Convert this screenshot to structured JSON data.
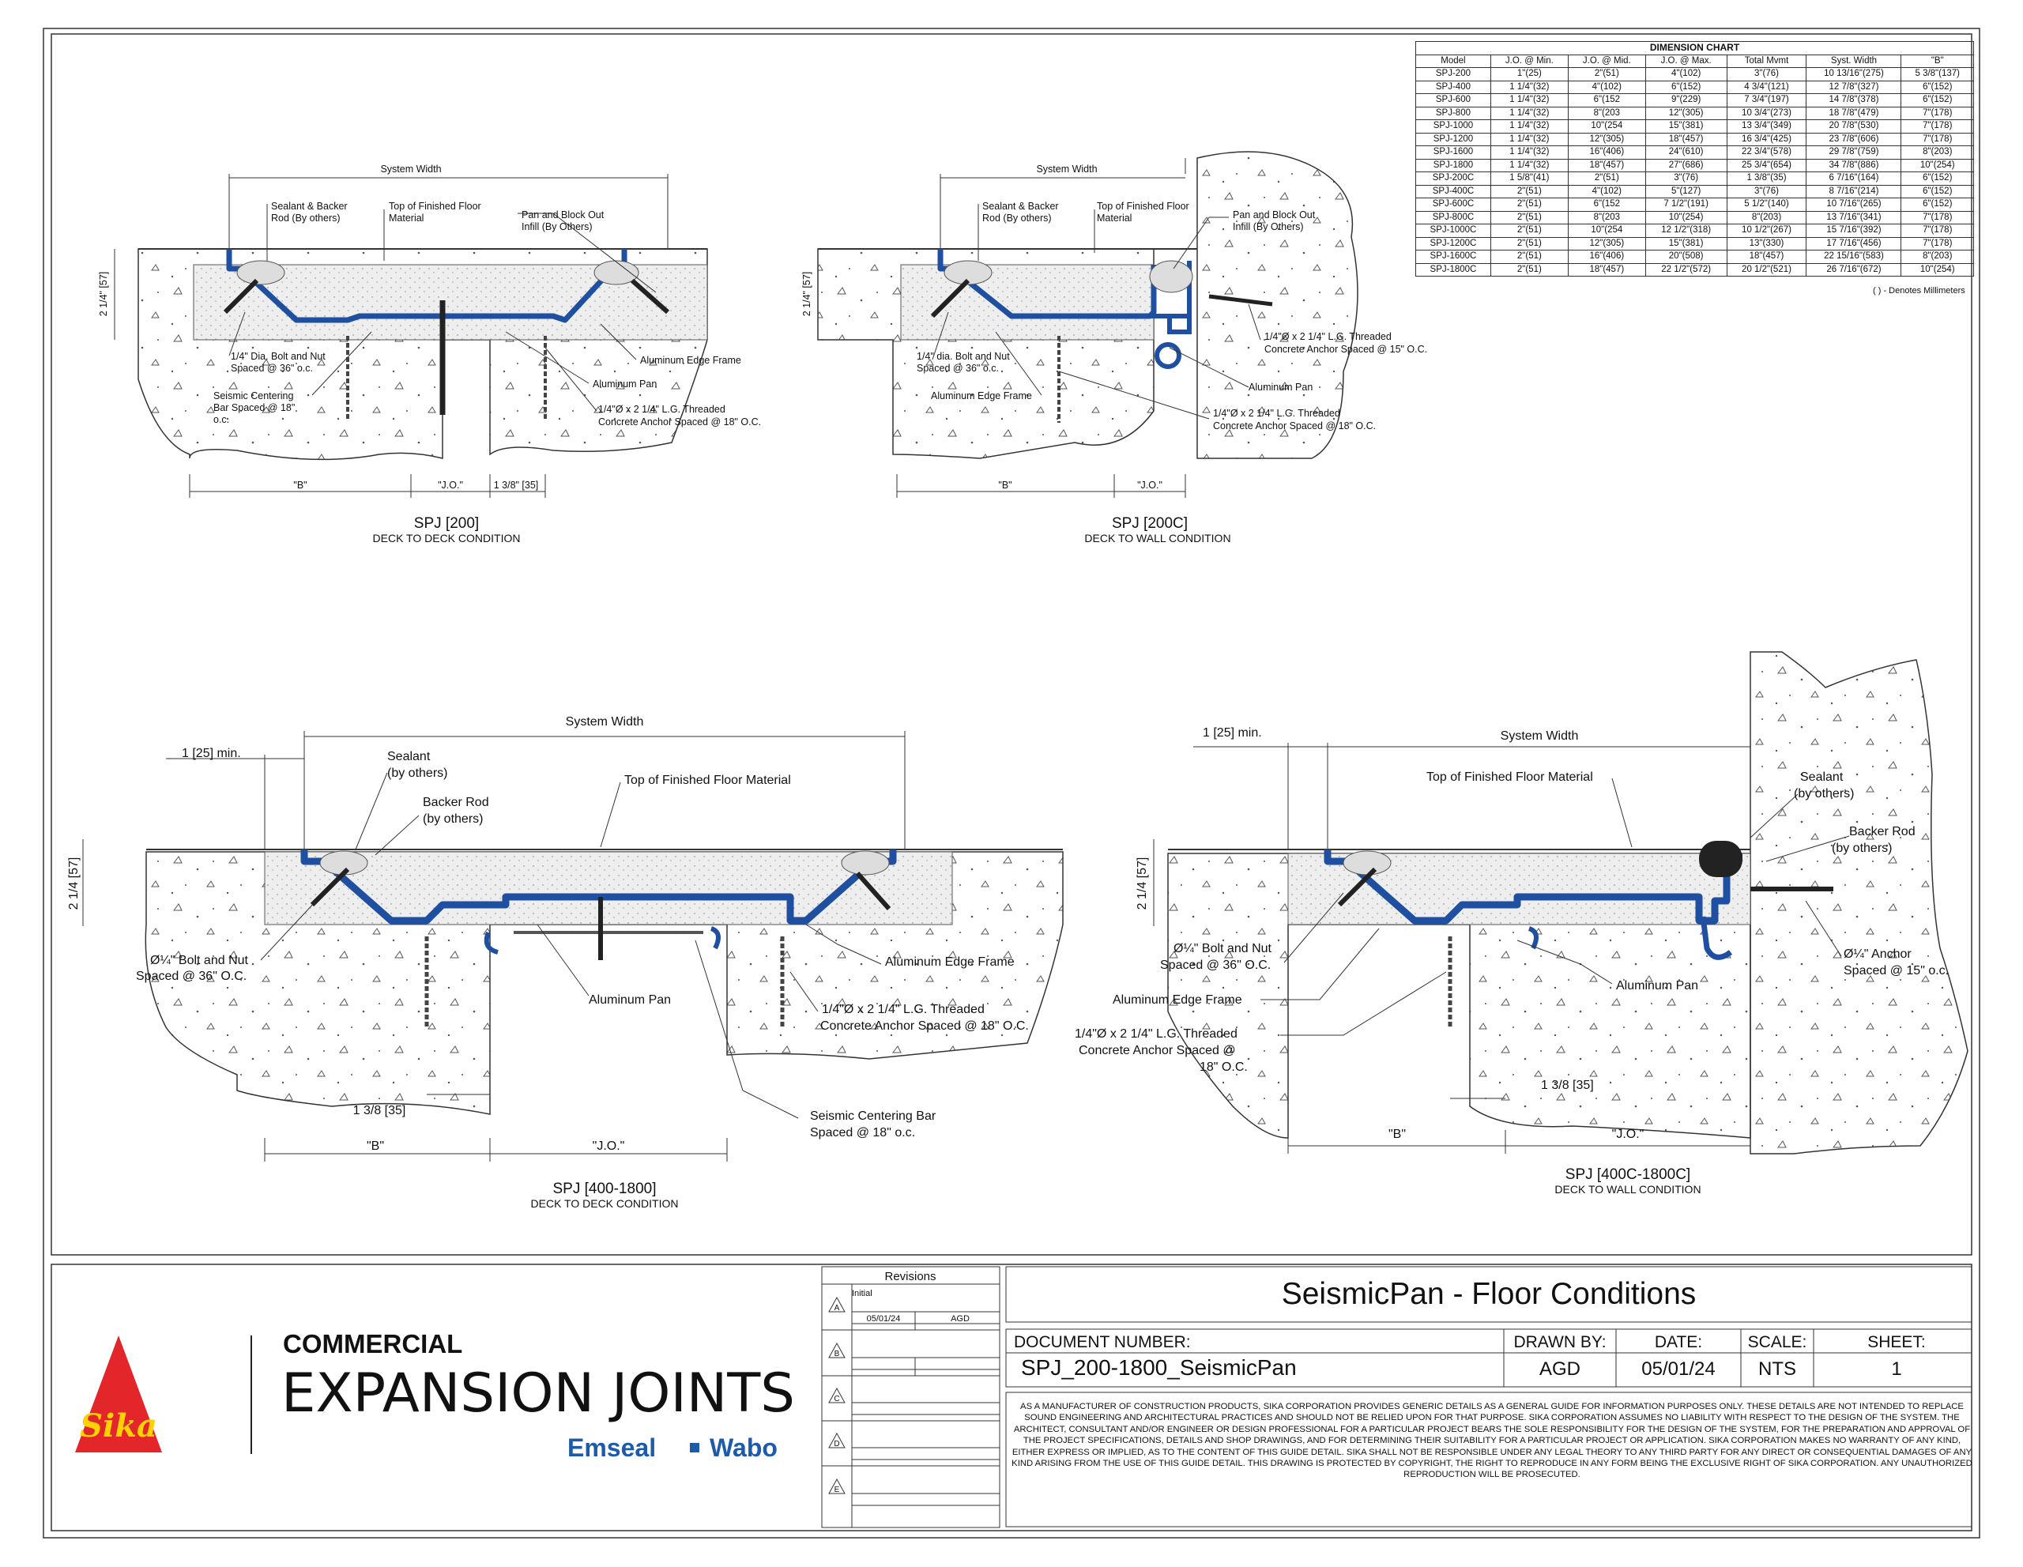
{
  "dimension_chart": {
    "title": "DIMENSION CHART",
    "headers": [
      "Model",
      "J.O. @ Min.",
      "J.O. @ Mid.",
      "J.O. @ Max.",
      "Total Mvmt",
      "Syst. Width",
      "\"B\""
    ],
    "rows": [
      [
        "SPJ-200",
        "1\"(25)",
        "2\"(51)",
        "4\"(102)",
        "3\"(76)",
        "10 13/16\"(275)",
        "5 3/8\"(137)"
      ],
      [
        "SPJ-400",
        "1 1/4\"(32)",
        "4\"(102)",
        "6\"(152)",
        "4 3/4\"(121)",
        "12 7/8\"(327)",
        "6\"(152)"
      ],
      [
        "SPJ-600",
        "1 1/4\"(32)",
        "6\"(152",
        "9\"(229)",
        "7 3/4\"(197)",
        "14 7/8\"(378)",
        "6\"(152)"
      ],
      [
        "SPJ-800",
        "1 1/4\"(32)",
        "8\"(203",
        "12\"(305)",
        "10 3/4\"(273)",
        "18 7/8\"(479)",
        "7\"(178)"
      ],
      [
        "SPJ-1000",
        "1 1/4\"(32)",
        "10\"(254",
        "15\"(381)",
        "13 3/4\"(349)",
        "20 7/8\"(530)",
        "7\"(178)"
      ],
      [
        "SPJ-1200",
        "1 1/4\"(32)",
        "12\"(305)",
        "18\"(457)",
        "16 3/4\"(425)",
        "23 7/8\"(606)",
        "7\"(178)"
      ],
      [
        "SPJ-1600",
        "1 1/4\"(32)",
        "16\"(406)",
        "24\"(610)",
        "22 3/4\"(578)",
        "29 7/8\"(759)",
        "8\"(203)"
      ],
      [
        "SPJ-1800",
        "1 1/4\"(32)",
        "18\"(457)",
        "27\"(686)",
        "25 3/4\"(654)",
        "34 7/8\"(886)",
        "10\"(254)"
      ],
      [
        "SPJ-200C",
        "1 5/8\"(41)",
        "2\"(51)",
        "3\"(76)",
        "1 3/8\"(35)",
        "6 7/16\"(164)",
        "6\"(152)"
      ],
      [
        "SPJ-400C",
        "2\"(51)",
        "4\"(102)",
        "5\"(127)",
        "3\"(76)",
        "8 7/16\"(214)",
        "6\"(152)"
      ],
      [
        "SPJ-600C",
        "2\"(51)",
        "6\"(152",
        "7 1/2\"(191)",
        "5 1/2\"(140)",
        "10 7/16\"(265)",
        "6\"(152)"
      ],
      [
        "SPJ-800C",
        "2\"(51)",
        "8\"(203",
        "10\"(254)",
        "8\"(203)",
        "13 7/16\"(341)",
        "7\"(178)"
      ],
      [
        "SPJ-1000C",
        "2\"(51)",
        "10\"(254",
        "12 1/2\"(318)",
        "10 1/2\"(267)",
        "15 7/16\"(392)",
        "7\"(178)"
      ],
      [
        "SPJ-1200C",
        "2\"(51)",
        "12\"(305)",
        "15\"(381)",
        "13\"(330)",
        "17 7/16\"(456)",
        "7\"(178)"
      ],
      [
        "SPJ-1600C",
        "2\"(51)",
        "16\"(406)",
        "20\"(508)",
        "18\"(457)",
        "22 15/16\"(583)",
        "8\"(203)"
      ],
      [
        "SPJ-1800C",
        "2\"(51)",
        "18\"(457)",
        "22 1/2\"(572)",
        "20 1/2\"(521)",
        "26 7/16\"(672)",
        "10\"(254)"
      ]
    ],
    "note": "( ) - Denotes Millimeters"
  },
  "details": {
    "d1": {
      "title": "SPJ [200]",
      "subtitle": "DECK TO DECK CONDITION",
      "system_width": "System Width",
      "height_dim": "2 1/4\" [57]",
      "b_dim": "\"B\"",
      "jo_dim": "\"J.O.\"",
      "offset_dim": "1 3/8\" [35]",
      "sealant_1": "Sealant & Backer",
      "sealant_2": "Rod (By others)",
      "floor_1": "Top of Finished Floor",
      "floor_2": "Material",
      "pan_1": "Pan and Block Out",
      "pan_2": "Infill (By Others)",
      "bolt_1": "1/4\" Dia. Bolt and Nut",
      "bolt_2": "Spaced @ 36\" o.c.",
      "seismic_1": "Seismic Centering",
      "seismic_2": "Bar Spaced @ 18\"",
      "seismic_3": "o.c.",
      "edge_frame": "Aluminum Edge Frame",
      "alum_pan": "Aluminum Pan",
      "anchor_1": "1/4\"Ø x 2 1/4\" L.G. Threaded",
      "anchor_2": "Concrete Anchor Spaced @ 18\" O.C."
    },
    "d2": {
      "title": "SPJ [200C]",
      "subtitle": "DECK TO WALL CONDITION",
      "system_width": "System Width",
      "height_dim": "2 1/4\" [57]",
      "b_dim": "\"B\"",
      "jo_dim": "\"J.O.\"",
      "sealant_1": "Sealant & Backer",
      "sealant_2": "Rod (By others)",
      "floor_1": "Top of Finished Floor",
      "floor_2": "Material",
      "pan_1": "Pan and Block Out",
      "pan_2": "Infill (By Others)",
      "bolt_1": "1/4\" dia. Bolt and Nut",
      "bolt_2": "Spaced @ 36\" o.c.",
      "edge_frame": "Aluminum Edge Frame",
      "alum_pan": "Aluminum Pan",
      "wall_anchor_1": "1/4\"Ø x 2 1/4\" L.G. Threaded",
      "wall_anchor_2": "Concrete Anchor Spaced @ 15\" O.C.",
      "anchor_1": "1/4\"Ø x 2 1/4\" L.G. Threaded",
      "anchor_2": "Concrete Anchor Spaced @ 18\" O.C."
    },
    "d3": {
      "title": "SPJ [400-1800]",
      "subtitle": "DECK TO DECK CONDITION",
      "system_width": "System Width",
      "min_dim": "1 [25] min.",
      "height_dim": "2 1/4 [57]",
      "b_dim": "\"B\"",
      "jo_dim": "\"J.O.\"",
      "offset_dim": "1 3/8 [35]",
      "sealant_1": "Sealant",
      "sealant_2": "(by others)",
      "backer_1": "Backer Rod",
      "backer_2": "(by others)",
      "floor": "Top of Finished Floor Material",
      "bolt_1": "Ø¼\" Bolt and Nut",
      "bolt_2": "Spaced @ 36\" O.C.",
      "alum_pan": "Aluminum Pan",
      "edge_frame": "Aluminum Edge Frame",
      "anchor_1": "1/4\"Ø x 2 1/4\" L.G. Threaded",
      "anchor_2": "Concrete Anchor Spaced @ 18\" O.C.",
      "seismic_1": "Seismic Centering Bar",
      "seismic_2": "Spaced @ 18\" o.c."
    },
    "d4": {
      "title": "SPJ [400C-1800C]",
      "subtitle": "DECK TO WALL CONDITION",
      "system_width": "System Width",
      "min_dim": "1 [25] min.",
      "height_dim": "2 1/4 [57]",
      "b_dim": "\"B\"",
      "jo_dim": "\"J.O.\"",
      "offset_dim": "1 3/8 [35]",
      "floor": "Top of Finished Floor Material",
      "sealant_1": "Sealant",
      "sealant_2": "(by others)",
      "backer_1": "Backer Rod",
      "backer_2": "(by others)",
      "bolt_1": "Ø¼\" Bolt and Nut",
      "bolt_2": "Spaced @ 36\" O.C.",
      "edge_frame": "Aluminum Edge Frame",
      "anchor_1": "1/4\"Ø x 2 1/4\" L.G. Threaded",
      "anchor_2": "Concrete Anchor Spaced @",
      "anchor_3": "18\" O.C.",
      "alum_pan": "Aluminum Pan",
      "wall_anchor_1": "Ø¼\" Anchor",
      "wall_anchor_2": "Spaced @ 15\" o.c."
    }
  },
  "title_block": {
    "brand_line1": "COMMERCIAL",
    "brand_line2": "EXPANSION JOINTS",
    "brand_emseal": "Emseal",
    "brand_wabo": "Wabo",
    "logo_text": "Sika",
    "revisions_label": "Revisions",
    "rev_initial": "Initial",
    "rev_date": "05/01/24",
    "rev_by": "AGD",
    "rev_letters": [
      "A",
      "B",
      "C",
      "D",
      "E"
    ],
    "sheet_title": "SeismicPan - Floor Conditions",
    "doc_number_label": "DOCUMENT NUMBER:",
    "doc_number": "SPJ_200-1800_SeismicPan",
    "drawn_by_label": "DRAWN BY:",
    "drawn_by": "AGD",
    "date_label": "DATE:",
    "date": "05/01/24",
    "scale_label": "SCALE:",
    "scale": "NTS",
    "sheet_label": "SHEET:",
    "sheet": "1",
    "disclaimer": "AS A MANUFACTURER OF CONSTRUCTION PRODUCTS, SIKA CORPORATION PROVIDES GENERIC DETAILS AS A GENERAL GUIDE FOR INFORMATION PURPOSES ONLY. THESE DETAILS ARE NOT INTENDED TO REPLACE SOUND ENGINEERING AND ARCHITECTURAL PRACTICES AND SHOULD NOT BE RELIED UPON FOR THAT PURPOSE. SIKA CORPORATION ASSUMES NO LIABILITY WITH RESPECT TO THE DESIGN OF THE SYSTEM. THE ARCHITECT, CONSULTANT AND/OR ENGINEER OR DESIGN PROFESSIONAL FOR A PARTICULAR PROJECT BEARS THE SOLE RESPONSIBILITY FOR THE DESIGN OF THE SYSTEM, FOR THE PREPARATION AND APPROVAL OF THE PROJECT SPECIFICATIONS, DETAILS AND SHOP DRAWINGS, AND FOR DETERMINING THEIR SUITABILITY FOR A PARTICULAR PROJECT OR APPLICATION. SIKA CORPORATION MAKES NO WARRANTY OF ANY KIND, EITHER EXPRESS OR IMPLIED, AS TO THE CONTENT OF THIS GUIDE DETAIL. SIKA SHALL NOT BE RESPONSIBLE UNDER ANY LEGAL THEORY TO ANY THIRD PARTY FOR ANY DIRECT OR CONSEQUENTIAL DAMAGES OF ANY KIND ARISING FROM THE USE OF THIS GUIDE DETAIL. THIS DRAWING IS PROTECTED BY COPYRIGHT, THE RIGHT TO REPRODUCE IN ANY FORM BEING THE EXCLUSIVE RIGHT OF SIKA CORPORATION. ANY UNAUTHORIZED REPRODUCTION WILL BE PROSECUTED."
  },
  "colors": {
    "joint_blue": "#1f4fa0",
    "sika_red": "#e3262a",
    "sika_yellow": "#ffd100",
    "emseal_blue": "#1d5aa8"
  }
}
